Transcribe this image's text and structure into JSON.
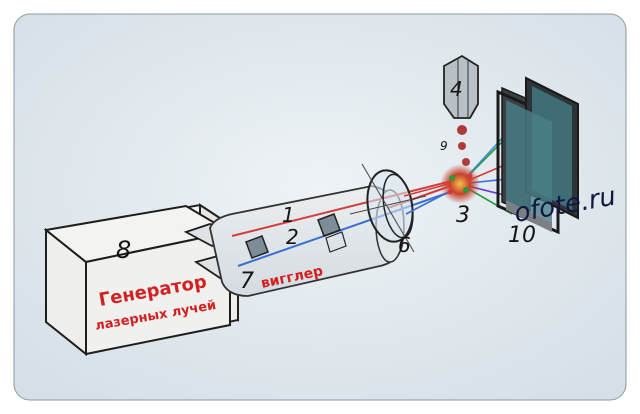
{
  "labels": {
    "n1": "1",
    "n2": "2",
    "n3": "3",
    "n4": "4",
    "n6": "6",
    "n7": "7",
    "n8": "8",
    "n9": "9",
    "n10": "10"
  },
  "generator": {
    "line1": "Генератор",
    "line2": "лазерных лучей"
  },
  "wiggler_label": "вигглер",
  "watermark": "ofote.ru"
}
